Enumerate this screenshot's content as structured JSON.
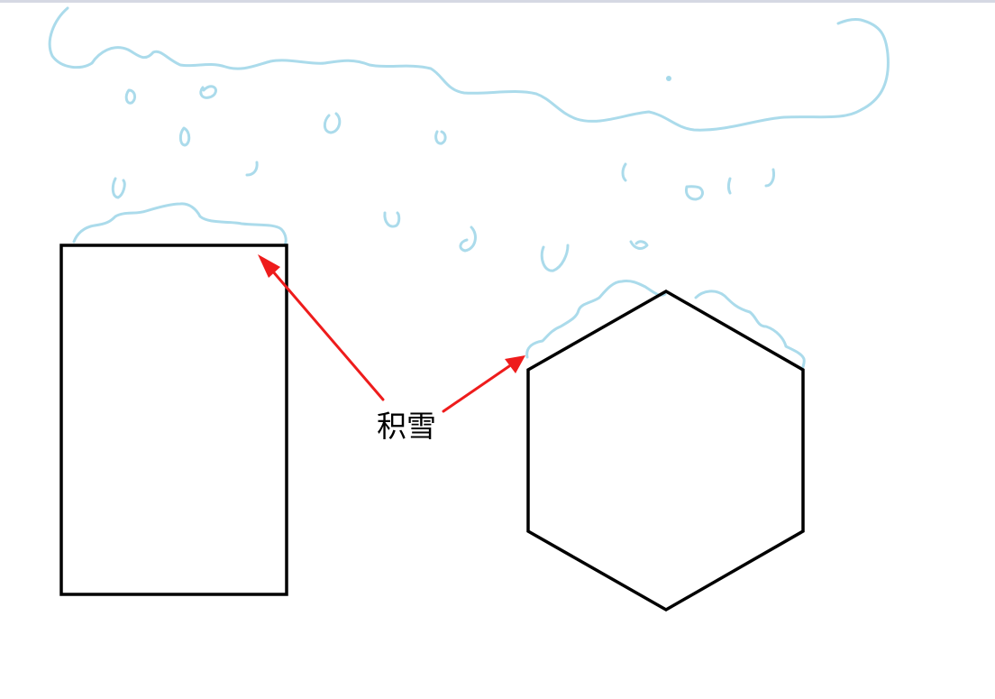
{
  "annotation": {
    "label": "积雪"
  },
  "colors": {
    "snow": "#a6d9ea",
    "outline": "#000000",
    "arrow": "#ee1c1c",
    "background": "#ffffff"
  },
  "shapes": [
    "rectangle",
    "hexagon"
  ]
}
